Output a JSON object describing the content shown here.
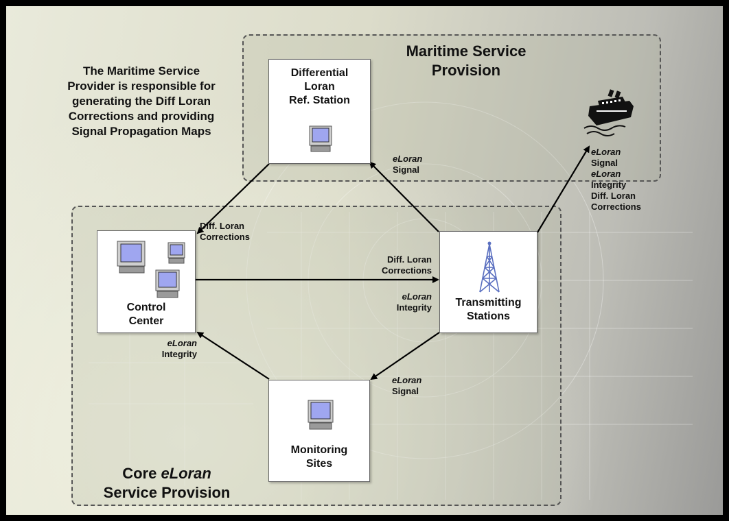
{
  "regions": {
    "maritime_title_line1": "Maritime Service",
    "maritime_title_line2": "Provision",
    "core_title_prefix": "Core ",
    "core_title_italic": "eLoran",
    "core_title_line2": "Service Provision"
  },
  "note": {
    "line1": "The Maritime Service",
    "line2": "Provider is responsible for",
    "line3": "generating the Diff Loran",
    "line4": "Corrections and providing",
    "line5": "Signal Propagation Maps"
  },
  "nodes": {
    "diff_station_line1": "Differential",
    "diff_station_line2": "Loran",
    "diff_station_line3": "Ref. Station",
    "control_line1": "Control",
    "control_line2": "Center",
    "transmit_line1": "Transmitting",
    "transmit_line2": "Stations",
    "monitor_line1": "Monitoring",
    "monitor_line2": "Sites"
  },
  "edge_labels": {
    "eloran": "eLoran",
    "signal": "Signal",
    "integrity": "Integrity",
    "diff_loran": "Diff. Loran",
    "corrections": "Corrections"
  },
  "icons": {
    "ship": "ship-icon",
    "tower": "radio-tower-icon",
    "computer": "computer-icon"
  },
  "colors": {
    "screen": "#9fa6f0",
    "tower": "#5a6fc0",
    "arrow": "#000000"
  }
}
